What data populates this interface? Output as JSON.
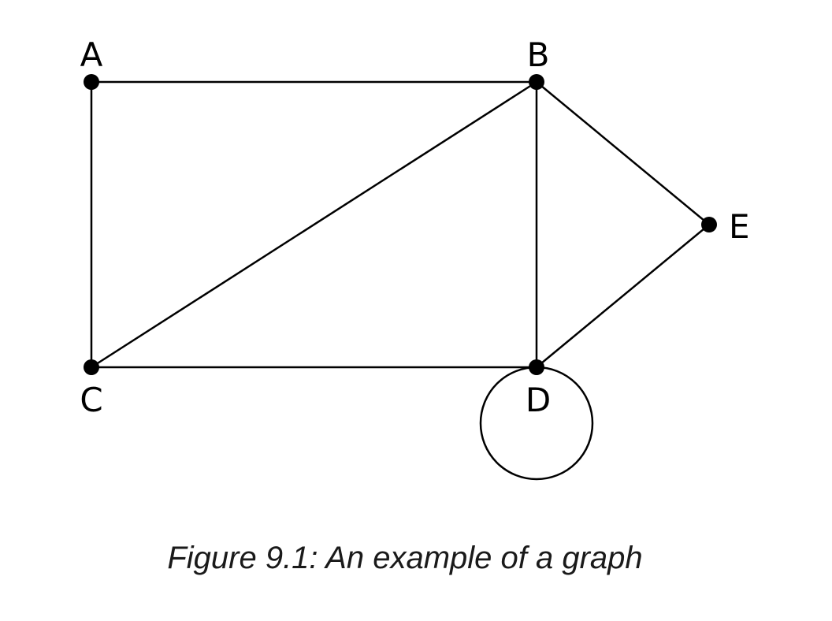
{
  "nodes": [
    {
      "id": "A",
      "label": "A"
    },
    {
      "id": "B",
      "label": "B"
    },
    {
      "id": "C",
      "label": "C"
    },
    {
      "id": "D",
      "label": "D"
    },
    {
      "id": "E",
      "label": "E"
    }
  ],
  "edges": [
    {
      "from": "A",
      "to": "B"
    },
    {
      "from": "A",
      "to": "C"
    },
    {
      "from": "B",
      "to": "C"
    },
    {
      "from": "B",
      "to": "D"
    },
    {
      "from": "B",
      "to": "E"
    },
    {
      "from": "C",
      "to": "D"
    },
    {
      "from": "D",
      "to": "E"
    },
    {
      "from": "D",
      "to": "D",
      "type": "loop"
    }
  ],
  "caption": "Figure 9.1: An example of a graph"
}
